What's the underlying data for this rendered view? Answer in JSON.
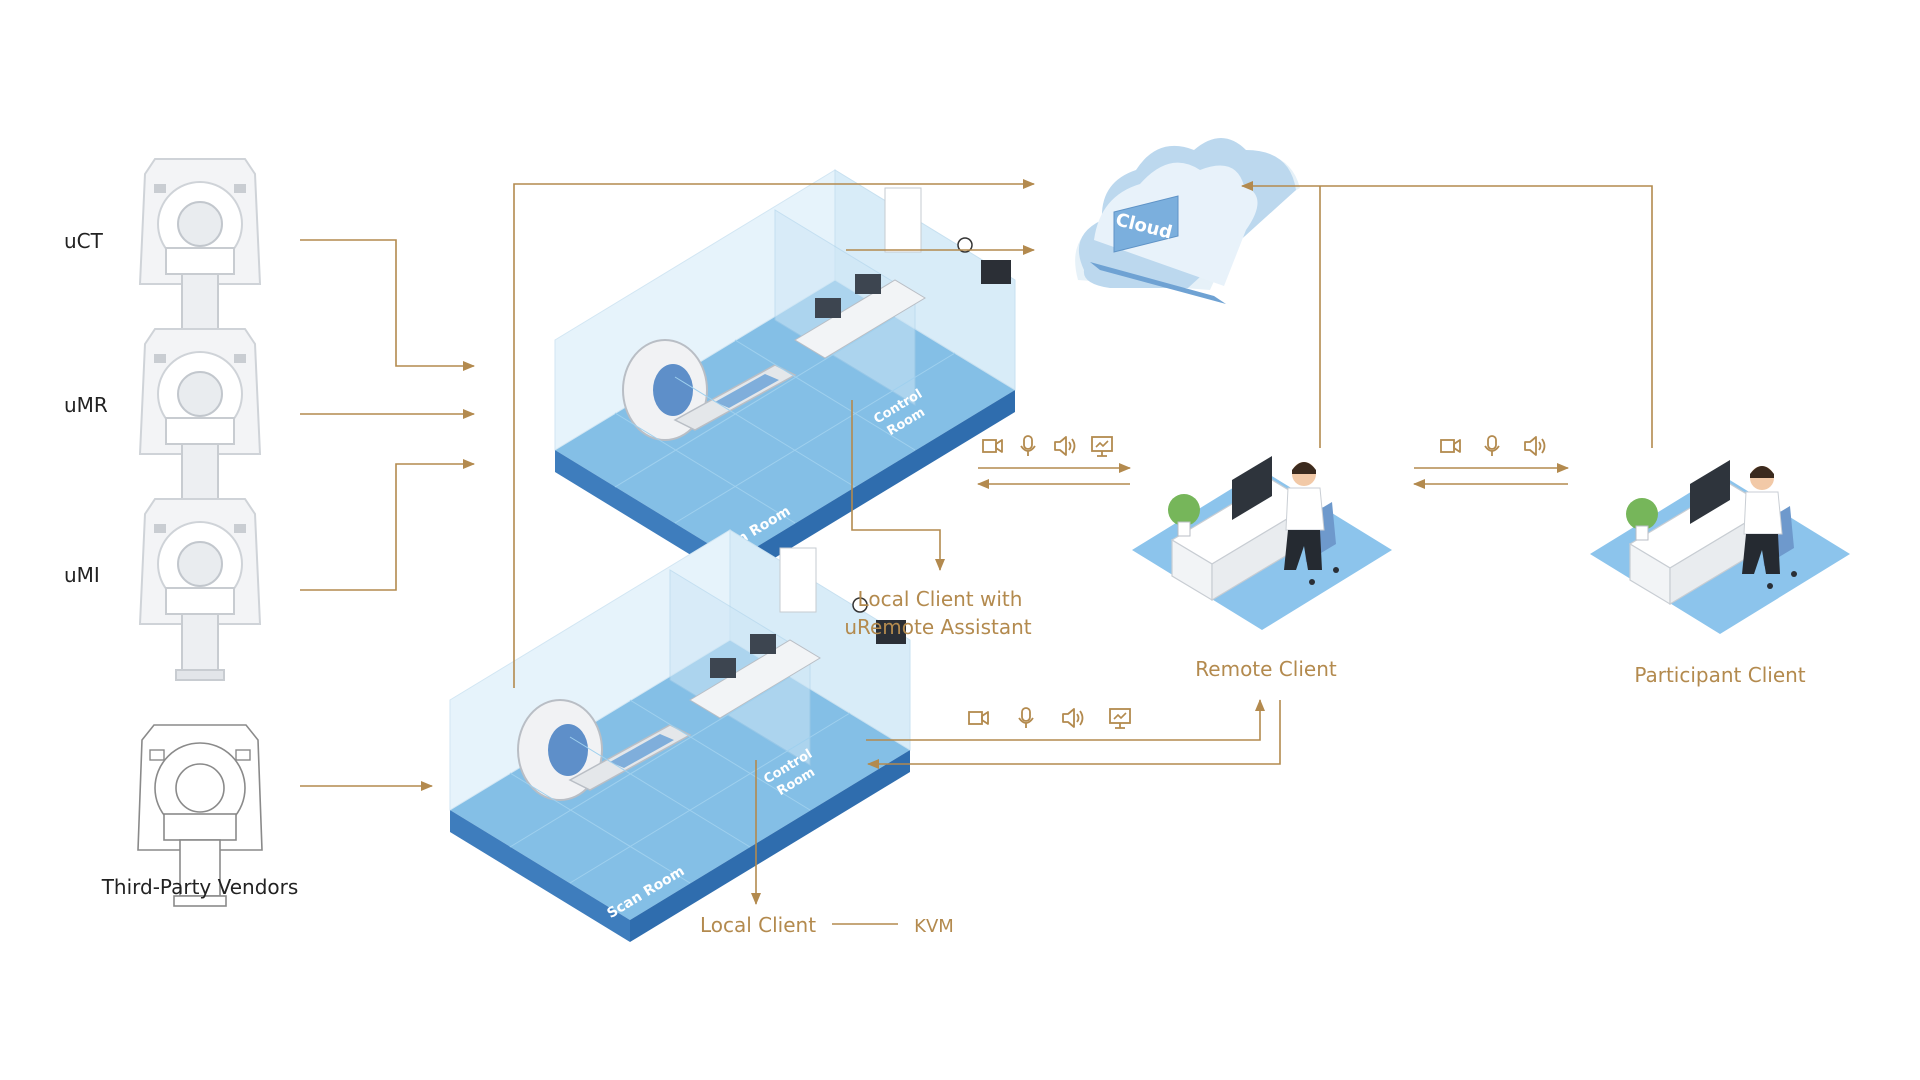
{
  "colors": {
    "flow": "#B38A4E",
    "label_gold": "#B38A4E",
    "label_dark": "#222222",
    "room_floor": "#84BFE6",
    "room_wall": "#E6F3FB",
    "desk_floor": "#8CC4EC",
    "cloud": "#AACDE9",
    "cloud_light": "#E7F2FA",
    "cloud_badge": "#7BAFDD"
  },
  "devices": [
    {
      "id": "uct",
      "label": "uCT"
    },
    {
      "id": "umr",
      "label": "uMR"
    },
    {
      "id": "umi",
      "label": "uMI"
    },
    {
      "id": "third",
      "label": "Third-Party Vendors"
    }
  ],
  "cloud": {
    "label": "Cloud"
  },
  "rooms": {
    "top": {
      "scan_room": "Scan Room",
      "control_room": [
        "Control",
        "Room"
      ]
    },
    "bottom": {
      "scan_room": "Scan Room",
      "control_room": [
        "Control",
        "Room"
      ]
    }
  },
  "labels": {
    "local_client_assistant": [
      "Local Client with",
      "uRemote Assistant"
    ],
    "local_client": "Local Client",
    "kvm": "KVM",
    "remote_client": "Remote Client",
    "participant_client": "Participant Client"
  },
  "icon_groups": {
    "top_room_to_remote": [
      "camera-icon",
      "microphone-icon",
      "speaker-icon",
      "screen-share-icon"
    ],
    "remote_to_participant": [
      "camera-icon",
      "microphone-icon",
      "speaker-icon"
    ],
    "bottom_room_to_remote": [
      "camera-icon",
      "microphone-icon",
      "speaker-icon",
      "screen-share-icon"
    ]
  }
}
